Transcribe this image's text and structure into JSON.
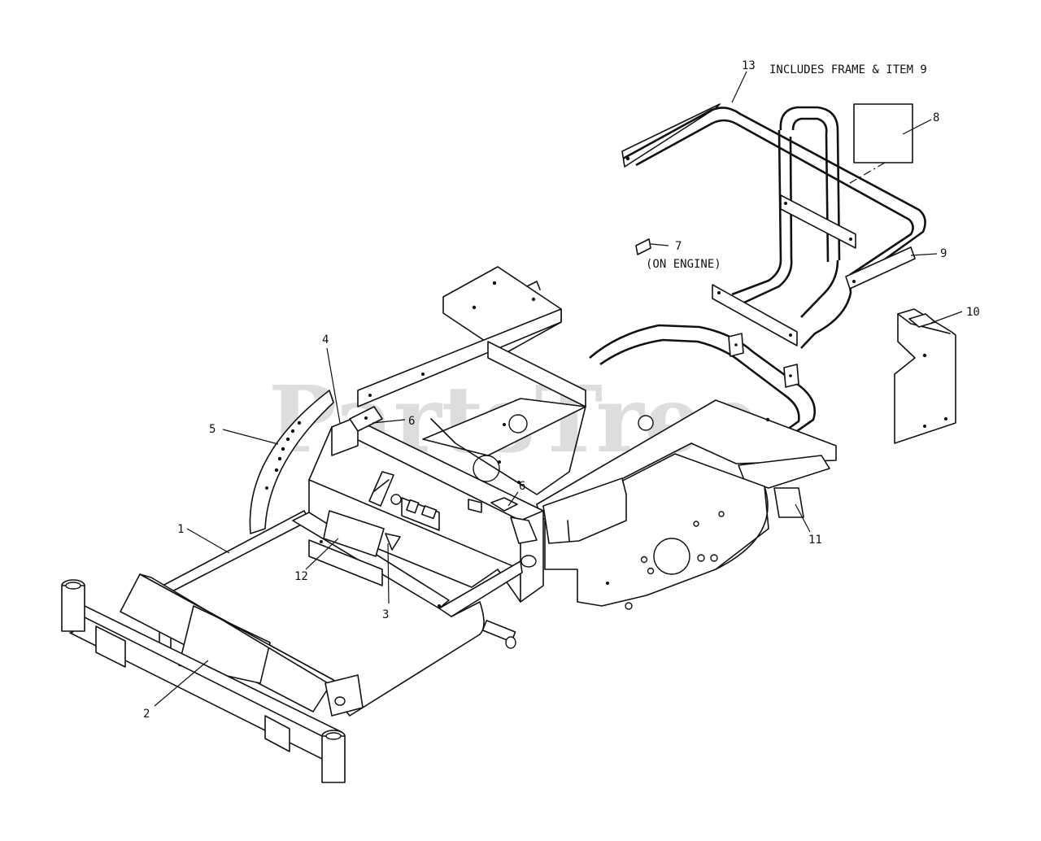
{
  "watermark": "PartsTree",
  "callouts": {
    "c1": "1",
    "c2": "2",
    "c3": "3",
    "c4": "4",
    "c5": "5",
    "c6a": "6",
    "c6b": "6",
    "c7": "7",
    "c7_note": "(ON ENGINE)",
    "c8": "8",
    "c9": "9",
    "c10": "10",
    "c11": "11",
    "c12": "12",
    "c13": "13",
    "c13_note": "INCLUDES FRAME & ITEM 9"
  }
}
